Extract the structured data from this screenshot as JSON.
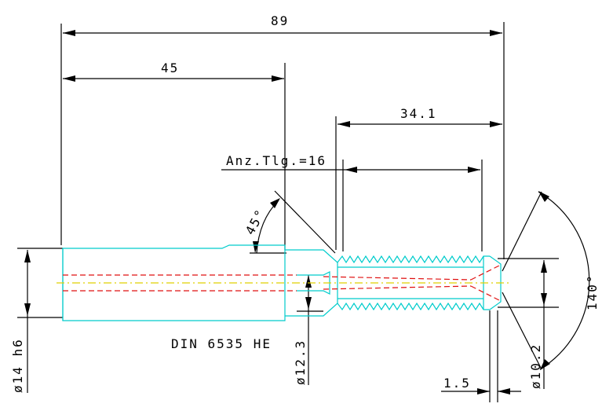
{
  "dimensions": {
    "overall_length": "89",
    "shank_length": "45",
    "thread_length": "34.1",
    "teeth_count": "Anz.Tlg.=16",
    "chamfer_angle": "45°",
    "point_angle": "140°",
    "shank_diameter": "ø14 h6",
    "neck_diameter": "ø12.3",
    "tip_diameter": "ø10.2",
    "tip_offset": "1.5"
  },
  "standard_label": "DIN 6535 HE",
  "colors": {
    "dimension": "#000000",
    "outline": "#00cccc",
    "hidden": "#e01010",
    "centerline": "#e0d000"
  }
}
